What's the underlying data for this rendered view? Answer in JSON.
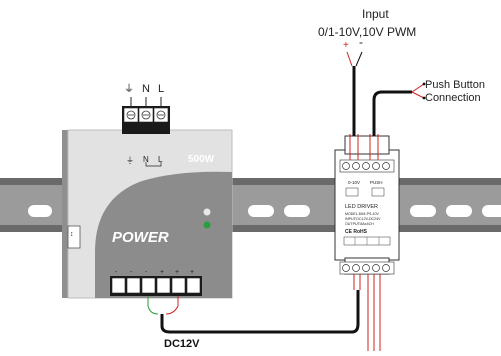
{
  "input_label": {
    "line1": "Input",
    "line2": "0/1-10V,10V PWM",
    "plus": "+",
    "minus": "-"
  },
  "push_button_label": {
    "line1": "Push Button",
    "line2": "Connection"
  },
  "power_supply": {
    "brand": "POWER",
    "wattage": "500W",
    "ac_terminals": [
      "⏚",
      "N",
      "L"
    ],
    "dc_terminal_signs": [
      "-",
      "-",
      "-",
      "+",
      "+",
      "+"
    ]
  },
  "dc_label": "DC12V",
  "led_driver": {
    "title": "LED DRIVER",
    "specs": [
      "MODEL:DIM-PS-10V",
      "INPUT:DC12V-DC24V",
      "OUTPUT:8Ax4CH"
    ],
    "cert": "CE RoHS",
    "section_labels": [
      "0-10V",
      "PUSH"
    ],
    "colors": {
      "body": "#ffffff",
      "outline": "#333333"
    }
  },
  "colors": {
    "rail": "#6a6a6a",
    "rail_face": "#9b9b9b",
    "ps_front": "#e2e2e2",
    "ps_shadow": "#8f8f8f",
    "wire_black": "#111111",
    "wire_red": "#cc2222",
    "wire_green": "#2a9a3a",
    "led_green": "#28a03c"
  }
}
